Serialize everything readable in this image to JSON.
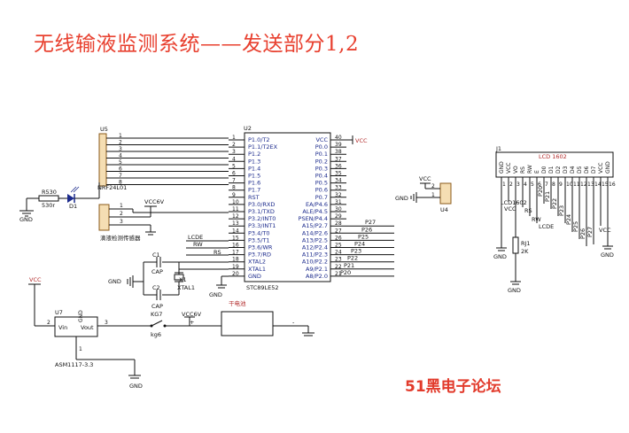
{
  "title": "无线输液监测系统——发送部分1,2",
  "watermark": "51黑电子论坛",
  "u2": {
    "ref": "U2",
    "part": "STC89LE52",
    "left_pins": [
      {
        "num": "1",
        "name": "P1.0/T2"
      },
      {
        "num": "2",
        "name": "P1.1/T2EX"
      },
      {
        "num": "3",
        "name": "P1.2"
      },
      {
        "num": "4",
        "name": "P1.3"
      },
      {
        "num": "5",
        "name": "P1.4"
      },
      {
        "num": "6",
        "name": "P1.5"
      },
      {
        "num": "7",
        "name": "P1.6"
      },
      {
        "num": "8",
        "name": "P1.7"
      },
      {
        "num": "9",
        "name": "RST"
      },
      {
        "num": "10",
        "name": "P3.0/RXD"
      },
      {
        "num": "11",
        "name": "P3.1/TXD"
      },
      {
        "num": "12",
        "name": "P3.2/INT0"
      },
      {
        "num": "13",
        "name": "P3.3/INT1"
      },
      {
        "num": "14",
        "name": "P3.4/T0"
      },
      {
        "num": "15",
        "name": "P3.5/T1"
      },
      {
        "num": "16",
        "name": "P3.6/WR"
      },
      {
        "num": "17",
        "name": "P3.7/RD"
      },
      {
        "num": "18",
        "name": "XTAL2"
      },
      {
        "num": "19",
        "name": "XTAL1"
      },
      {
        "num": "20",
        "name": "GND"
      }
    ],
    "right_pins": [
      {
        "num": "40",
        "name": "VCC"
      },
      {
        "num": "39",
        "name": "P0.0"
      },
      {
        "num": "38",
        "name": "P0.1"
      },
      {
        "num": "37",
        "name": "P0.2"
      },
      {
        "num": "36",
        "name": "P0.3"
      },
      {
        "num": "35",
        "name": "P0.4"
      },
      {
        "num": "34",
        "name": "P0.5"
      },
      {
        "num": "33",
        "name": "P0.6"
      },
      {
        "num": "32",
        "name": "P0.7"
      },
      {
        "num": "31",
        "name": "EA/P4.6"
      },
      {
        "num": "30",
        "name": "ALE/P4.5"
      },
      {
        "num": "29",
        "name": "PSEN/P4.4"
      },
      {
        "num": "28",
        "name": "A15/P2.7"
      },
      {
        "num": "27",
        "name": "A14/P2.6"
      },
      {
        "num": "26",
        "name": "A13/P2.5"
      },
      {
        "num": "25",
        "name": "A12/P2.4"
      },
      {
        "num": "24",
        "name": "A11/P2.3"
      },
      {
        "num": "23",
        "name": "A10/P2.2"
      },
      {
        "num": "22",
        "name": "A9/P2.1"
      },
      {
        "num": "21",
        "name": "A8/P2.0"
      }
    ],
    "right_nets": [
      "P27",
      "P26",
      "P25",
      "P24",
      "P23",
      "P22",
      "P21",
      "P20"
    ],
    "left_nets": [
      "LCDE",
      "RW",
      "RS"
    ]
  },
  "u5": {
    "ref": "U5",
    "label": "NRF24L01",
    "pins": [
      "1",
      "2",
      "3",
      "4",
      "5",
      "6",
      "7",
      "8"
    ]
  },
  "sensor": {
    "label": "滴液检测传感器",
    "net": "VCC6V",
    "pins": [
      "1",
      "2",
      "3"
    ]
  },
  "r_led": {
    "ref": "R530",
    "value": "530r",
    "led": "D1"
  },
  "gnd": "GND",
  "vcc": "VCC",
  "crystal": {
    "ref": "X1",
    "label": "XTAL1",
    "c1": "C1",
    "c2": "C2",
    "cap": "CAP"
  },
  "u4": {
    "ref": "U4",
    "pins": [
      "2",
      "1"
    ]
  },
  "j1": {
    "ref": "J1",
    "label": "LCD 1602",
    "alt_label": "LCD1602",
    "header": [
      "GND",
      "VCC",
      "VO",
      "RS",
      "RW",
      "E",
      "D0",
      "D1",
      "D2",
      "D3",
      "D4",
      "D5",
      "D6",
      "D7",
      "VCC",
      "GND"
    ],
    "pins": [
      "1",
      "2",
      "3",
      "4",
      "5",
      "6",
      "7",
      "8",
      "9",
      "10",
      "11",
      "12",
      "13",
      "14",
      "15",
      "16"
    ],
    "nets": [
      "VCC",
      "RS",
      "RW",
      "LCDE",
      "P20",
      "P21",
      "P22",
      "P23",
      "P24",
      "P25",
      "P26",
      "P27",
      "VCC"
    ],
    "pot": {
      "ref": "RJ1",
      "value": "2K"
    }
  },
  "u7": {
    "ref": "U7",
    "part": "ASM1117-3.3",
    "vin": "Vin",
    "vout": "Vout",
    "gnd_pin": "GND",
    "pin_in": "3",
    "pin_out": "2",
    "pin_gnd": "1"
  },
  "switch": {
    "ref": "KG7",
    "label": "kg6"
  },
  "battery": {
    "label": "干电池",
    "net": "VCC6V",
    "plus": "+",
    "minus": "-"
  }
}
